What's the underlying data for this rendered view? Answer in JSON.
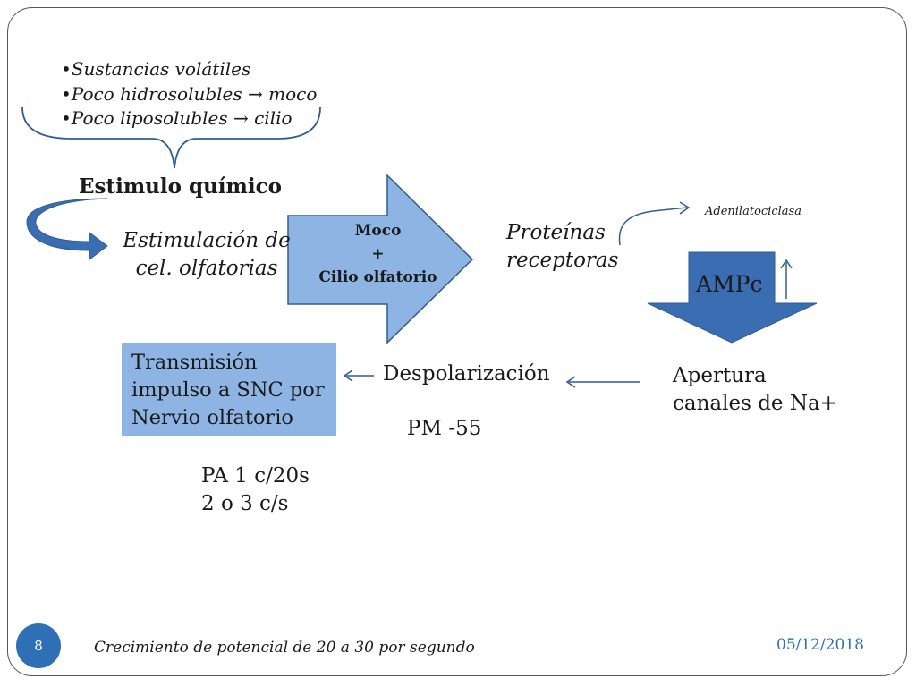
{
  "slide": {
    "bullets": [
      "•Sustancias volátiles",
      "•Poco hidrosolubles → moco",
      "•Poco liposolubles → cilio"
    ],
    "stimulus_title": "Estimulo químico",
    "stimulation_line1": "Estimulación de",
    "stimulation_line2": "cel. olfatorias",
    "arrow_line1": "Moco",
    "arrow_line2": "+",
    "arrow_line3": "Cilio olfatorio",
    "proteins_line1": "Proteínas",
    "proteins_line2": "receptoras",
    "adenylate": "Adenilatociclasa",
    "ampc": "AMPc",
    "opening_line1": "Apertura",
    "opening_line2": "canales de Na+",
    "depolarization": "Despolarización",
    "pm": "PM -55",
    "transmission_line1": "Transmisión",
    "transmission_line2": "impulso a SNC por",
    "transmission_line3": "Nervio olfatorio",
    "pa_line1": "PA 1 c/20s",
    "pa_line2": "2 o 3 c/s"
  },
  "footer": {
    "page_number": "8",
    "caption": "Crecimiento de potencial de 20 a 30 por segundo",
    "date": "05/12/2018"
  },
  "colors": {
    "arrow_fill": "#8eb4e3",
    "arrow_stroke": "#2f5d8f",
    "accent": "#2e6fb5",
    "dark_blue": "#3b6db3"
  }
}
